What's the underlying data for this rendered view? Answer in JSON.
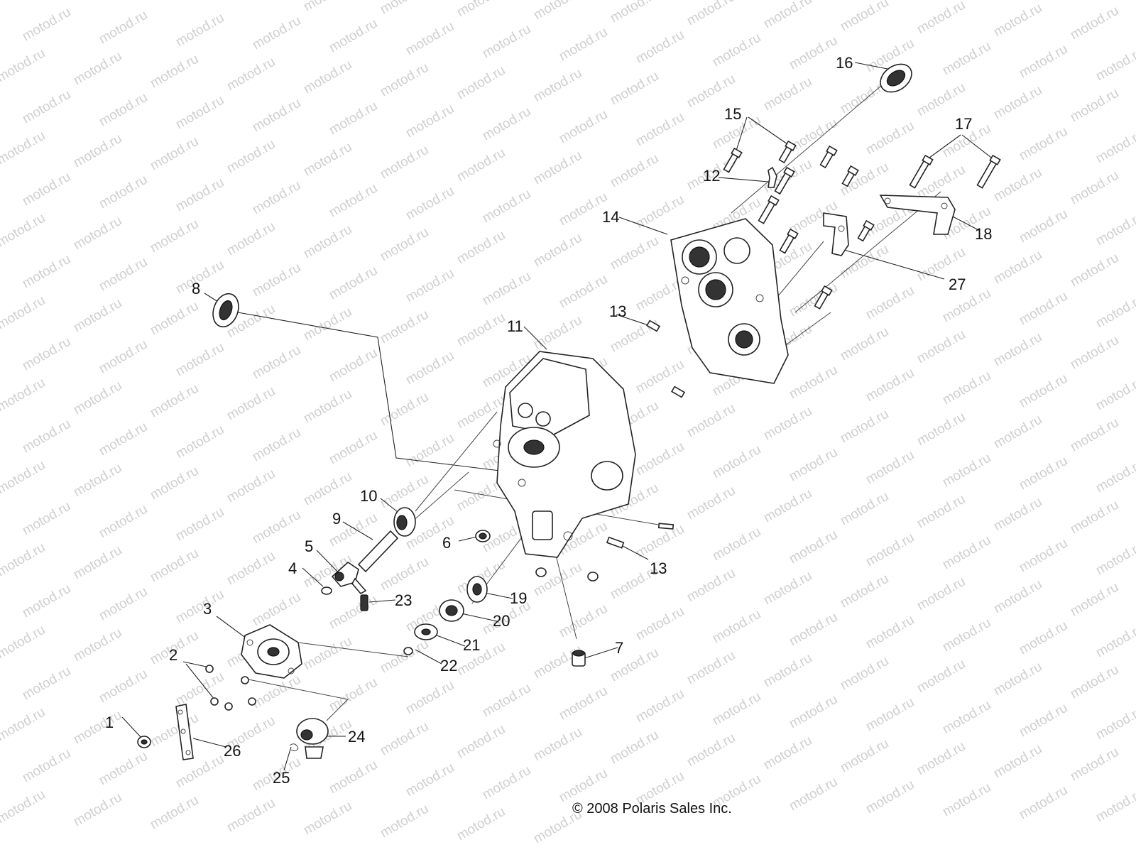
{
  "watermark": {
    "text": "motod.ru",
    "color": "#cfcfcf"
  },
  "copyright": "© 2008 Polaris Sales Inc.",
  "callouts": [
    "1",
    "2",
    "3",
    "4",
    "5",
    "6",
    "7",
    "8",
    "9",
    "10",
    "11",
    "12",
    "13",
    "13",
    "14",
    "15",
    "16",
    "17",
    "18",
    "19",
    "20",
    "21",
    "22",
    "23",
    "24",
    "25",
    "26",
    "27"
  ],
  "colors": {
    "line": "#222222",
    "background": "#ffffff"
  }
}
